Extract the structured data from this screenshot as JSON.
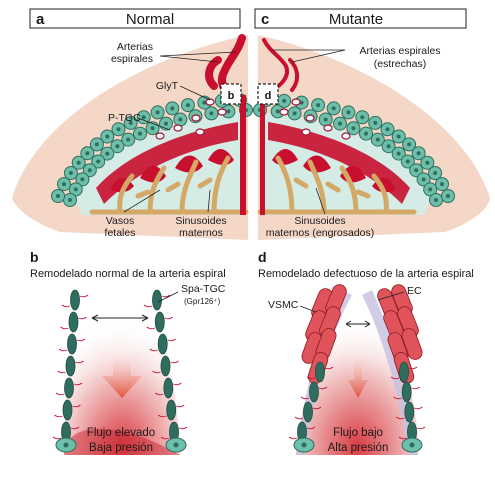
{
  "panel_a": {
    "letter": "a",
    "title": "Normal",
    "labels": {
      "spiral_arteries_line1": "Arterias",
      "spiral_arteries_line2": "espirales",
      "glyt": "GlyT",
      "ptgc": "P-TGC",
      "inset_b": "b",
      "fetal_vessels_line1": "Vasos",
      "fetal_vessels_line2": "fetales",
      "maternal_sinusoids_line1": "Sinusoides",
      "maternal_sinusoids_line2": "maternos"
    }
  },
  "panel_c": {
    "letter": "c",
    "title": "Mutante",
    "labels": {
      "spiral_arteries_line1": "Arterias espirales",
      "spiral_arteries_line2": "(estrechas)",
      "inset_d": "d",
      "maternal_sinusoids_line1": "Sinusoides",
      "maternal_sinusoids_line2": "maternos (engrosados)"
    }
  },
  "panel_b": {
    "letter": "b",
    "title": "Remodelado normal de la arteria espiral",
    "spa_tgc": "Spa-TGC",
    "gpr126": "(Gpr126⁺)",
    "flow_line1": "Flujo elevado",
    "flow_line2": "Baja presión"
  },
  "panel_d": {
    "letter": "d",
    "title": "Remodelado defectuoso de la arteria espiral",
    "vsmc": "VSMC",
    "ec": "EC",
    "flow_line1": "Flujo bajo",
    "flow_line2": "Alta presión"
  },
  "colors": {
    "decidua": "#f5d7c8",
    "trophoblast": "#6dbfa9",
    "trophoblast_dark": "#2f6e5e",
    "labyrinth_bg": "#d5ece6",
    "artery_red": "#c8102e",
    "fetal_tan": "#d4a867",
    "vsmc_red": "#e0535a"
  }
}
